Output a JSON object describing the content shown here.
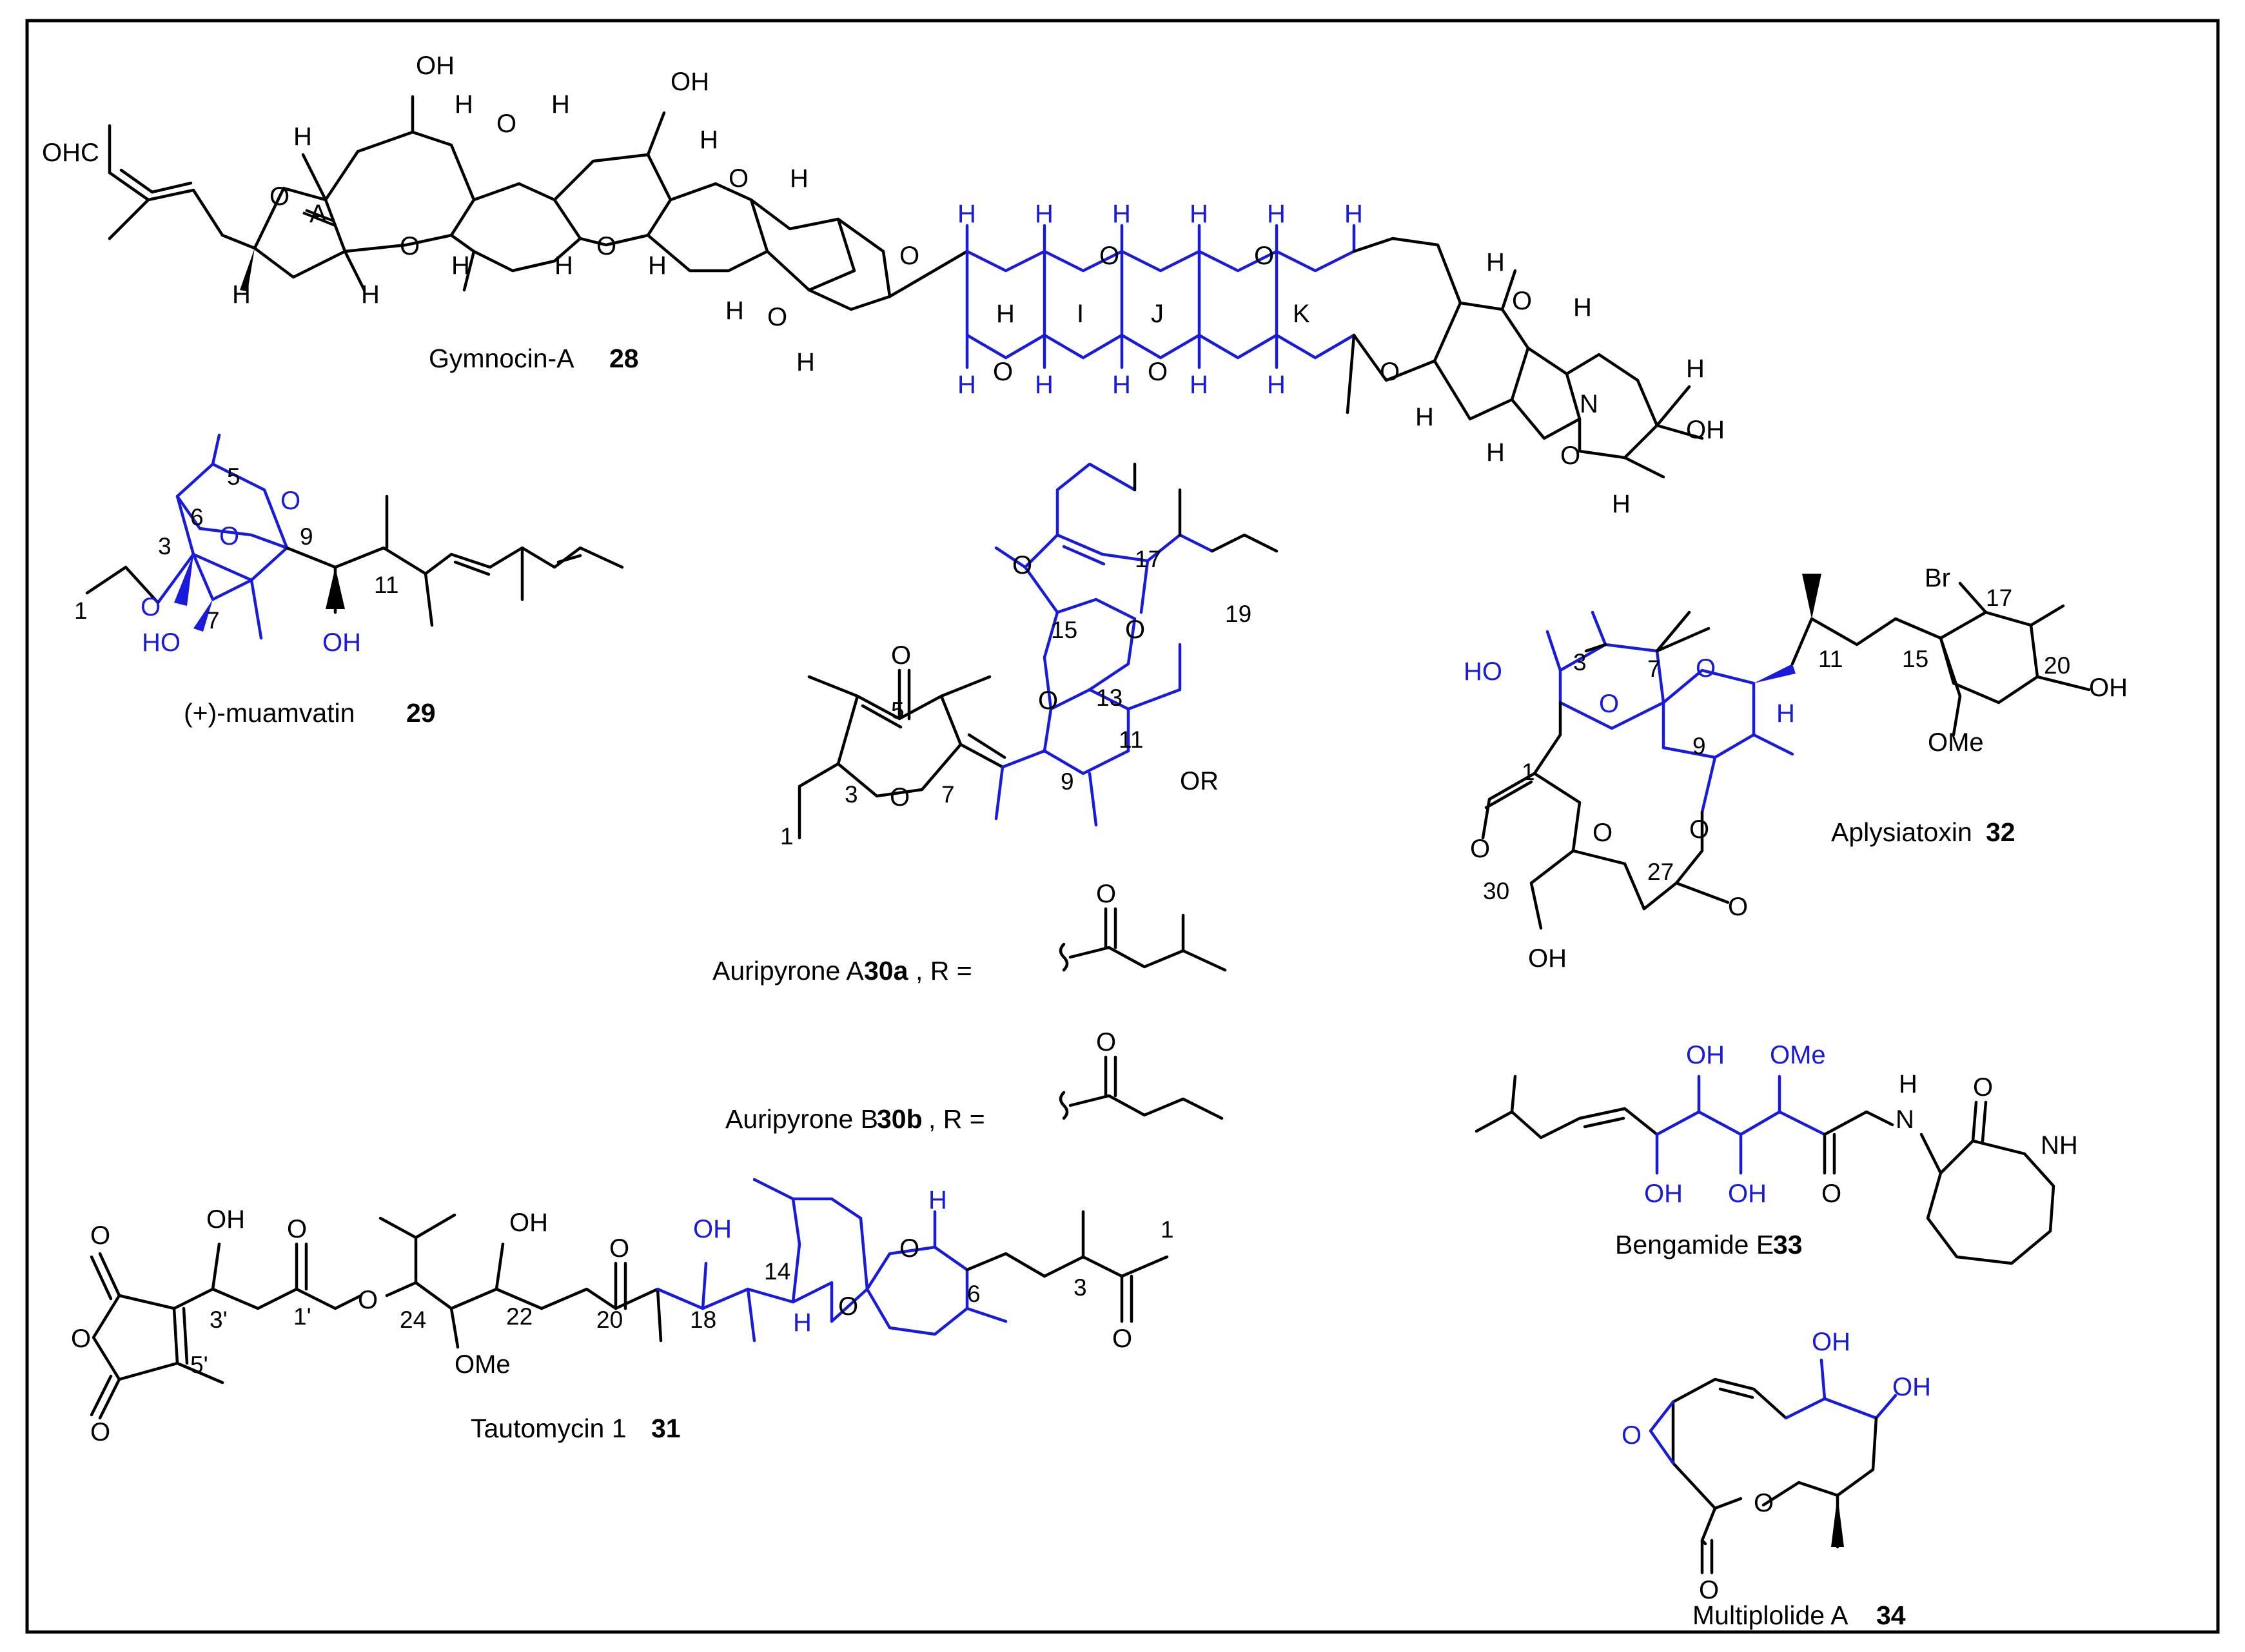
{
  "colors": {
    "frame": "#000000",
    "bond": "#000000",
    "highlight": "#1a1adb",
    "background": "#ffffff"
  },
  "compounds": [
    {
      "name": "Gymnocin-A",
      "number": "28"
    },
    {
      "name": "(+)-muamvatin",
      "number": "29"
    },
    {
      "name": "Auripyrone A",
      "number": "30a",
      "rgroup": ",  R ="
    },
    {
      "name": "Auripyrone B",
      "number": "30b",
      "rgroup": ", R ="
    },
    {
      "name": "Tautomycin  1",
      "number": "31"
    },
    {
      "name": "Aplysiatoxin",
      "number": "32"
    },
    {
      "name": "Bengamide E",
      "number": "33"
    },
    {
      "name": "Multiplolide A",
      "number": "34"
    }
  ],
  "atom_labels": {
    "ohc": "OHC",
    "oh": "OH",
    "ho": "HO",
    "o": "O",
    "h": "H",
    "ome": "OMe",
    "or": "OR",
    "br": "Br",
    "nh": "NH",
    "n_h": "H",
    "n": "N"
  },
  "ring_labels": {
    "a": "A",
    "h": "H",
    "i": "I",
    "j": "J",
    "k": "K",
    "n": "N"
  },
  "locants": {
    "muamvatin": [
      "5",
      "6",
      "3",
      "9",
      "11",
      "1",
      "7"
    ],
    "auripyrone": [
      "5",
      "3",
      "7",
      "1",
      "9",
      "11",
      "13",
      "15",
      "17",
      "19"
    ],
    "aplysiatoxin": [
      "3",
      "7",
      "1",
      "30",
      "27",
      "9",
      "11",
      "15",
      "17",
      "20"
    ],
    "tautomycin": [
      "3'",
      "1'",
      "24",
      "22",
      "20",
      "18",
      "14",
      "6",
      "3",
      "1",
      "5'"
    ]
  }
}
